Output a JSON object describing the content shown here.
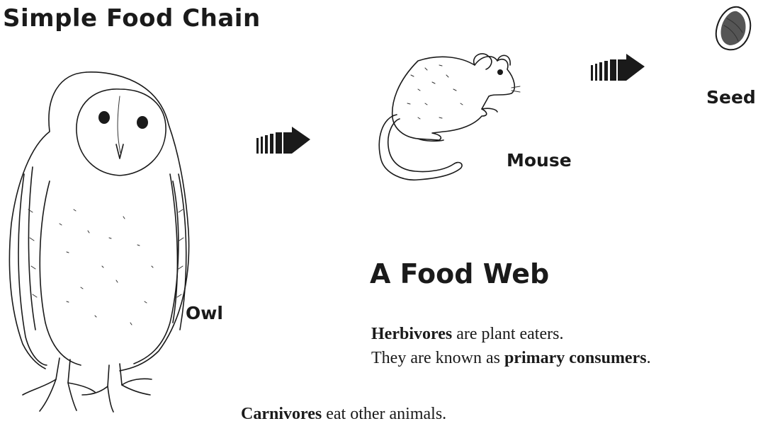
{
  "title": "Simple Food Chain",
  "organisms": {
    "owl": "Owl",
    "mouse": "Mouse",
    "seed": "Seed"
  },
  "food_web": {
    "title": "A Food Web",
    "herbivores": {
      "term": "Herbivores",
      "line1_rest": " are plant eaters.",
      "line2_start": "They are known as ",
      "line2_term": "primary consumers",
      "line2_end": "."
    },
    "carnivores": {
      "term": "Carnivores",
      "rest": " eat other animals."
    }
  },
  "icons": {
    "owl": "barn-owl-illustration",
    "mouse": "mouse-illustration",
    "seed": "seed-illustration",
    "arrow": "striped-arrow-right-icon"
  },
  "colors": {
    "ink": "#1a1a1a",
    "background": "#ffffff"
  }
}
